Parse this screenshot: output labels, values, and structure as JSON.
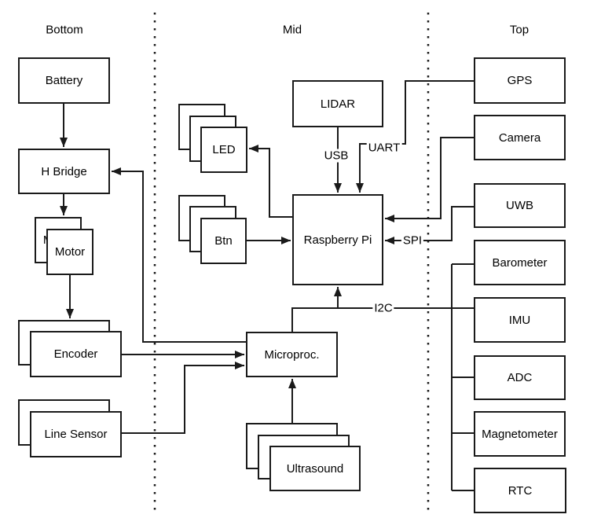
{
  "diagram": {
    "sections": {
      "bottom": "Bottom",
      "mid": "Mid",
      "top": "Top"
    },
    "nodes": {
      "battery": "Battery",
      "h_bridge": "H Bridge",
      "motor": "Motor",
      "encoder": "Encoder",
      "line_sensor": "Line Sensor",
      "led": "LED",
      "btn": "Btn",
      "lidar": "LIDAR",
      "raspberry_pi": "Raspberry Pi",
      "microproc": "Microproc.",
      "ultrasound": "Ultrasound",
      "gps": "GPS",
      "camera": "Camera",
      "uwb": "UWB",
      "barometer": "Barometer",
      "imu": "IMU",
      "adc": "ADC",
      "magnetometer": "Magnetometer",
      "rtc": "RTC"
    },
    "bus_labels": {
      "usb": "USB",
      "uart": "UART",
      "spi": "SPI",
      "i2c": "I2C"
    },
    "colors": {
      "stroke": "#1a1a1a",
      "background": "#ffffff",
      "text": "#000000"
    }
  }
}
